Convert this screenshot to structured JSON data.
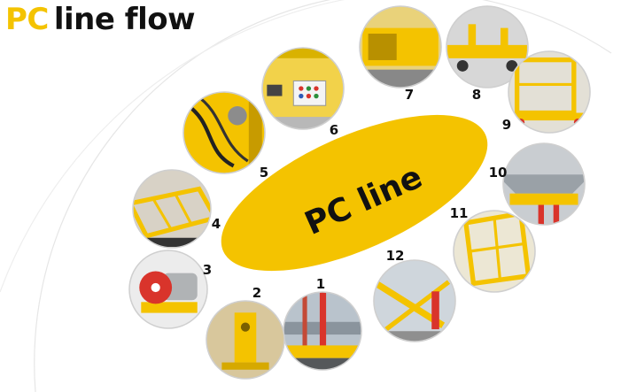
{
  "title": {
    "accent": "PC",
    "rest": "line flow"
  },
  "center_label": "PC line",
  "colors": {
    "brand_yellow": "#f4c300",
    "text": "#111111",
    "ring": "#d9d9d9",
    "photo_frame": "#cfcfcf",
    "accent_red": "#d9342b"
  },
  "steps": [
    {
      "number": "1",
      "scene": "red-pipe-conveyor"
    },
    {
      "number": "2",
      "scene": "yellow-pillar-base"
    },
    {
      "number": "3",
      "scene": "motor-with-red-wheel"
    },
    {
      "number": "4",
      "scene": "flat-frame-on-rails"
    },
    {
      "number": "5",
      "scene": "hydraulic-hoses"
    },
    {
      "number": "6",
      "scene": "control-cabinet"
    },
    {
      "number": "7",
      "scene": "concrete-spreader"
    },
    {
      "number": "8",
      "scene": "transfer-cart"
    },
    {
      "number": "9",
      "scene": "curing-rack-frame"
    },
    {
      "number": "10",
      "scene": "curing-chamber-interior"
    },
    {
      "number": "11",
      "scene": "stacking-crane-frame"
    },
    {
      "number": "12",
      "scene": "tilting-table"
    }
  ]
}
